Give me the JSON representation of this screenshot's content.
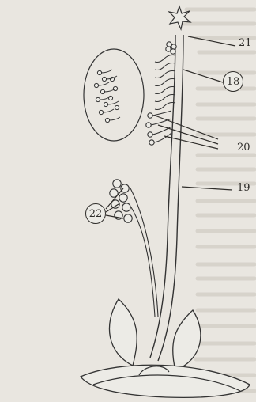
{
  "labels": {
    "l21": "21",
    "l18": "18",
    "l20": "20",
    "l19": "19",
    "l22": "22"
  }
}
